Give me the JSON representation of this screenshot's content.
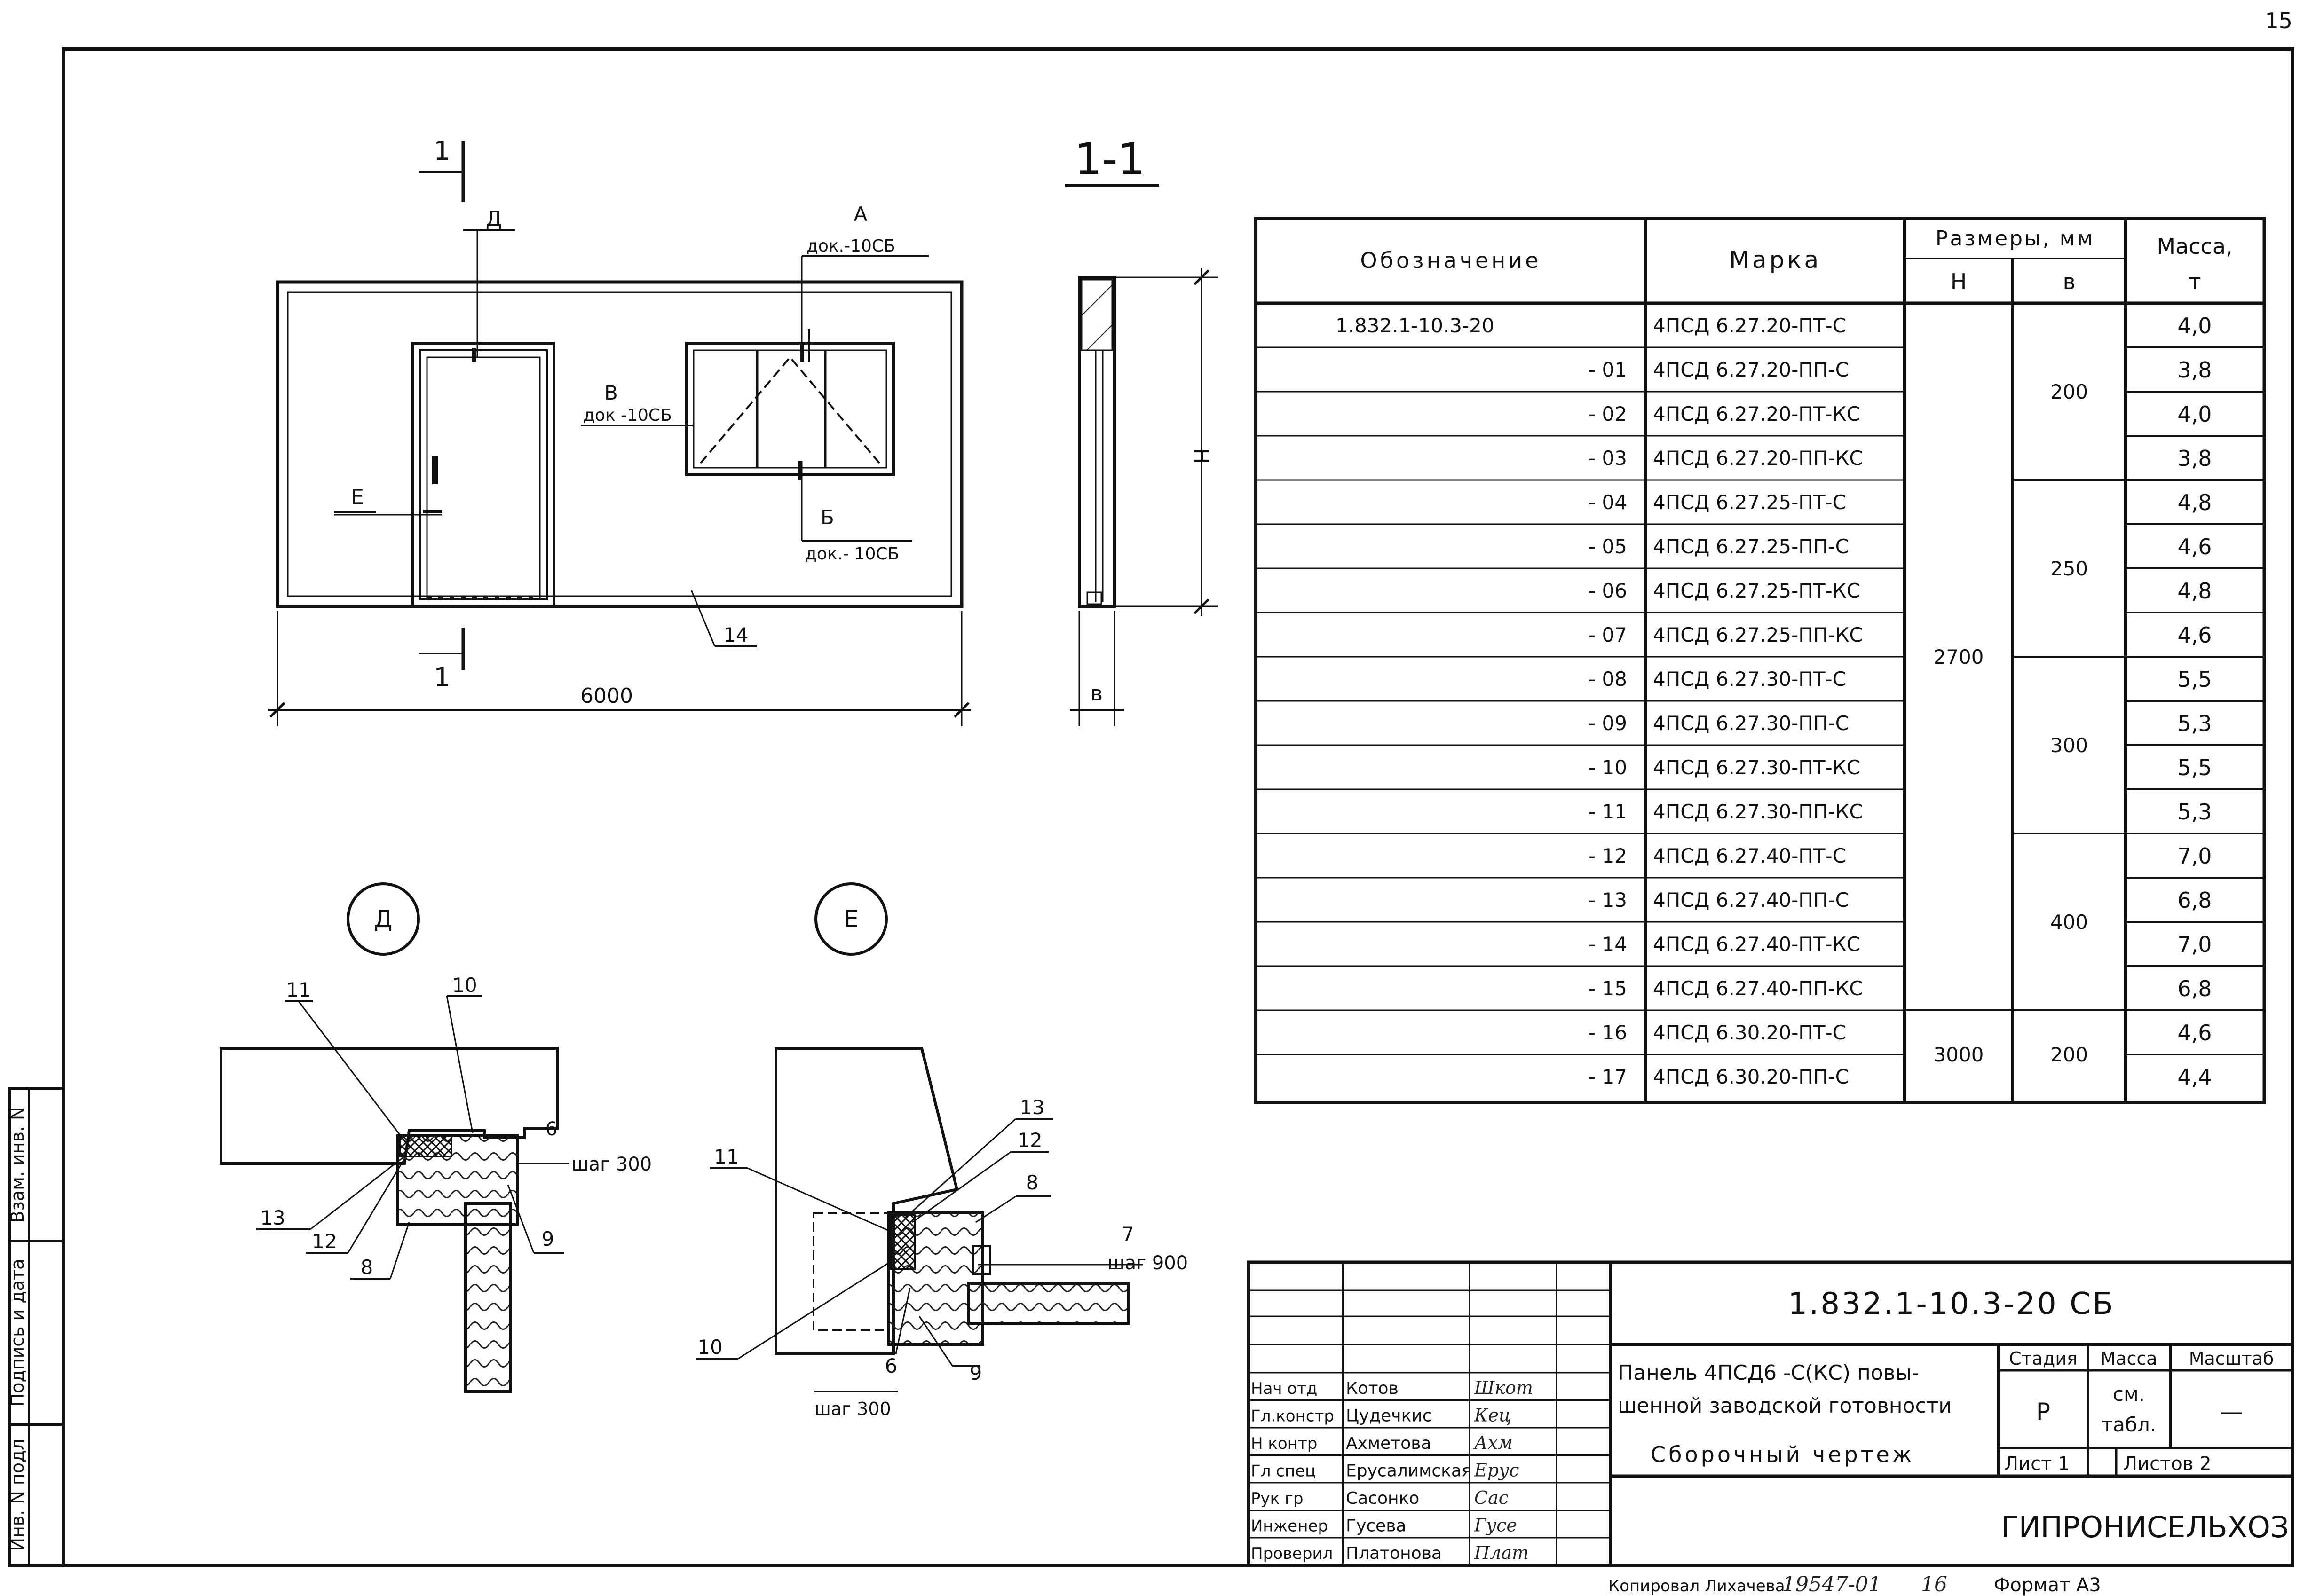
{
  "page_number": "15",
  "elevation": {
    "section_mark": "1",
    "section_title": "1-1",
    "width_dim": "6000",
    "height_dim": "H",
    "thickness_dim": "в",
    "leader_14": "14",
    "callout_d": "Д",
    "callout_e": "Е",
    "callout_a": "А",
    "callout_a_doc": "док.-10СБ",
    "callout_v": "В",
    "callout_v_doc": "док -10СБ",
    "callout_b": "Б",
    "callout_b_doc": "док.- 10СБ"
  },
  "details": {
    "d_circle": "Д",
    "e_circle": "Е",
    "d_labels": {
      "l11": "11",
      "l10": "10",
      "l6": "6",
      "step": "шаг 300",
      "l13": "13",
      "l12": "12",
      "l8": "8",
      "l9": "9"
    },
    "e_labels": {
      "l13": "13",
      "l12": "12",
      "l11": "11",
      "l8": "8",
      "l7": "7",
      "step900": "шаг 900",
      "l10": "10",
      "l6": "6",
      "l9": "9",
      "step300": "шаг 300"
    }
  },
  "table": {
    "headers": {
      "designation": "Обозначение",
      "mark": "Марка",
      "dimensions": "Размеры, мм",
      "h": "Н",
      "b": "в",
      "mass": "Масса,",
      "mass_unit": "т"
    },
    "rows": [
      {
        "designation": "1.832.1-10.3-20",
        "mark": "4ПСД 6.27.20-ПТ-С",
        "mass": "4,0"
      },
      {
        "designation": "- 01",
        "mark": "4ПСД 6.27.20-ПП-С",
        "mass": "3,8"
      },
      {
        "designation": "- 02",
        "mark": "4ПСД 6.27.20-ПТ-КС",
        "mass": "4,0"
      },
      {
        "designation": "- 03",
        "mark": "4ПСД 6.27.20-ПП-КС",
        "mass": "3,8"
      },
      {
        "designation": "- 04",
        "mark": "4ПСД 6.27.25-ПТ-С",
        "mass": "4,8"
      },
      {
        "designation": "- 05",
        "mark": "4ПСД 6.27.25-ПП-С",
        "mass": "4,6"
      },
      {
        "designation": "- 06",
        "mark": "4ПСД 6.27.25-ПТ-КС",
        "mass": "4,8"
      },
      {
        "designation": "- 07",
        "mark": "4ПСД 6.27.25-ПП-КС",
        "mass": "4,6"
      },
      {
        "designation": "- 08",
        "mark": "4ПСД 6.27.30-ПТ-С",
        "mass": "5,5"
      },
      {
        "designation": "- 09",
        "mark": "4ПСД 6.27.30-ПП-С",
        "mass": "5,3"
      },
      {
        "designation": "- 10",
        "mark": "4ПСД 6.27.30-ПТ-КС",
        "mass": "5,5"
      },
      {
        "designation": "- 11",
        "mark": "4ПСД 6.27.30-ПП-КС",
        "mass": "5,3"
      },
      {
        "designation": "- 12",
        "mark": "4ПСД 6.27.40-ПТ-С",
        "mass": "7,0"
      },
      {
        "designation": "- 13",
        "mark": "4ПСД 6.27.40-ПП-С",
        "mass": "6,8"
      },
      {
        "designation": "- 14",
        "mark": "4ПСД 6.27.40-ПТ-КС",
        "mass": "7,0"
      },
      {
        "designation": "- 15",
        "mark": "4ПСД 6.27.40-ПП-КС",
        "mass": "6,8"
      },
      {
        "designation": "- 16",
        "mark": "4ПСД 6.30.20-ПТ-С",
        "mass": "4,6"
      },
      {
        "designation": "- 17",
        "mark": "4ПСД 6.30.20-ПП-С",
        "mass": "4,4"
      }
    ],
    "h_groups": [
      {
        "value": "2700"
      },
      {
        "value": "3000"
      }
    ],
    "b_groups": [
      {
        "value": "200"
      },
      {
        "value": "250"
      },
      {
        "value": "300"
      },
      {
        "value": "400"
      },
      {
        "value": "200"
      }
    ]
  },
  "stamp": {
    "doc_code": "1.832.1-10.3-20 СБ",
    "title_line1": "Панель 4ПСД6 -С(КС) повы-",
    "title_line2": "шенной заводской готовности",
    "title_line3": "Сборочный чертеж",
    "stage_label": "Стадия",
    "mass_label": "Масса",
    "scale_label": "Масштаб",
    "stage_value": "Р",
    "mass_value_1": "см.",
    "mass_value_2": "табл.",
    "scale_value": "—",
    "sheet_label": "Лист 1",
    "sheets_label": "Листов 2",
    "org": "ГИПРОНИСЕЛЬХОЗ",
    "people": [
      {
        "role": "Нач отд",
        "name": "Котов",
        "sig": "Шкот"
      },
      {
        "role": "Гл.констр",
        "name": "Цудечкис",
        "sig": "Кец"
      },
      {
        "role": "Н контр",
        "name": "Ахметова",
        "sig": "Ахм"
      },
      {
        "role": "Гл спец",
        "name": "Ерусалимская",
        "sig": "Ерус"
      },
      {
        "role": "Рук гр",
        "name": "Сасонко",
        "sig": "Сас"
      },
      {
        "role": "Инженер",
        "name": "Гусева",
        "sig": "Гусе"
      },
      {
        "role": "Проверил",
        "name": "Платонова",
        "sig": "Плат"
      }
    ]
  },
  "side_stamp": {
    "inv_orig": "Инв. N подл",
    "sign_date": "Подпись и дата",
    "vzam": "Взам. инв. N"
  },
  "footer": {
    "copied": "Копировал Лихачева",
    "number": "19547-01",
    "sheet_no": "16",
    "format": "Формат А3"
  }
}
